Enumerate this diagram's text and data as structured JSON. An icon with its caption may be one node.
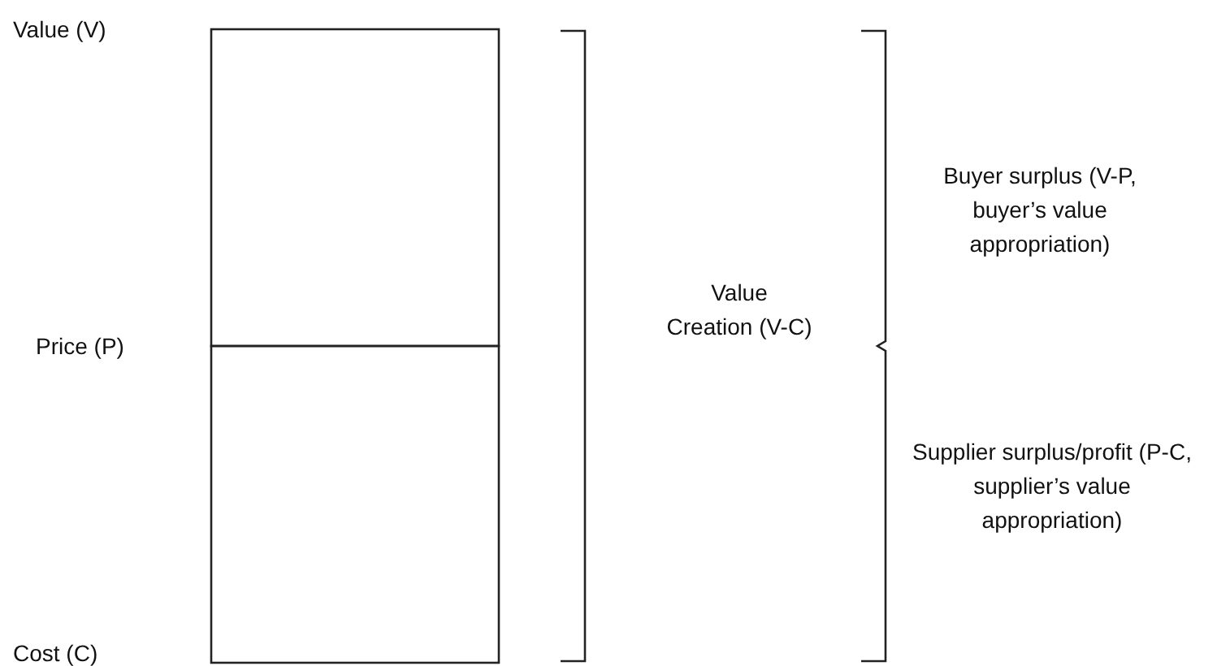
{
  "diagram": {
    "labels": [
      "Value (V)",
      "Price (P)",
      "Cost (C)",
      "Value Creation (V-C)",
      "Buyer surplus (V-P, buyer’s value appropriation)",
      "Supplier surplus/profit (P-C, supplier’s value appropriation)"
    ]
  }
}
